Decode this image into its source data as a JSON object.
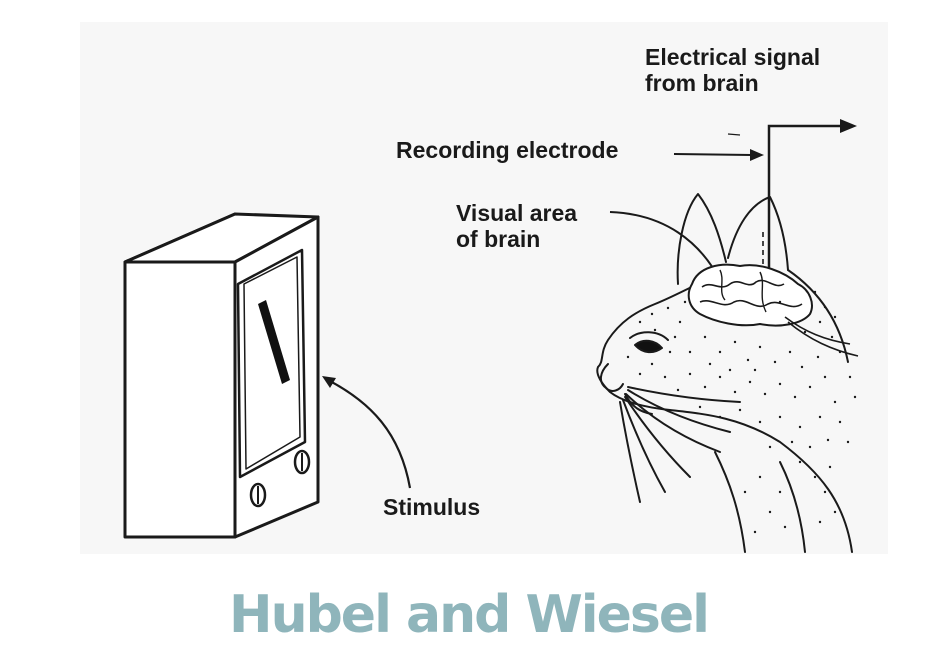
{
  "figure": {
    "labels": {
      "electrical_signal": "Electrical signal\nfrom brain",
      "recording_electrode": "Recording electrode",
      "visual_area": "Visual area\nof brain",
      "stimulus": "Stimulus"
    }
  },
  "title": "Hubel and Wiesel",
  "colors": {
    "title": "#8fb5bb",
    "panel_background": "#f7f7f7",
    "ink": "#1a1a1a"
  }
}
